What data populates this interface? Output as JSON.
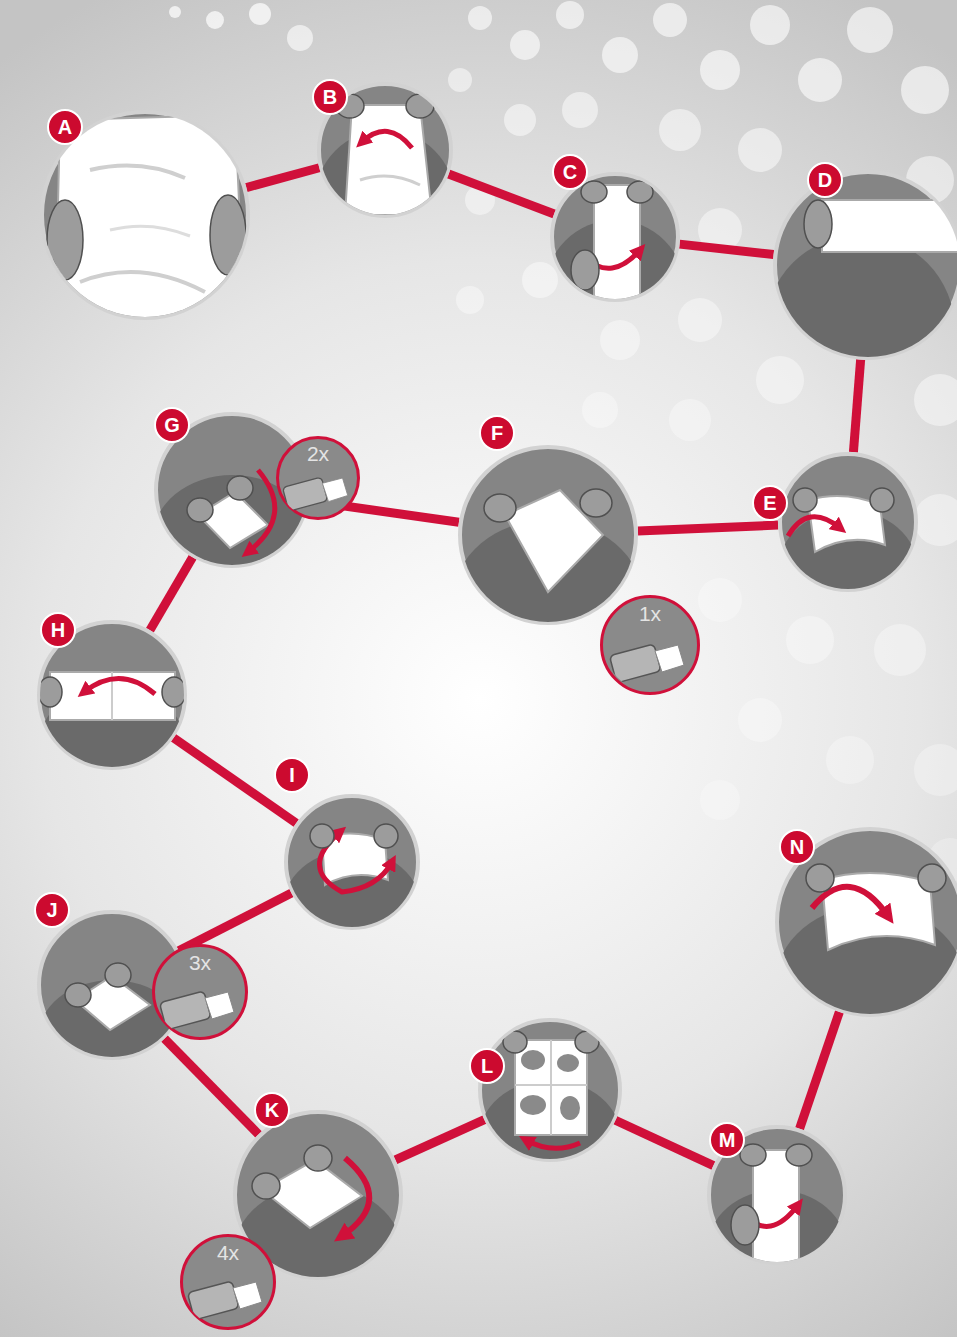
{
  "diagram": {
    "nodes": [
      {
        "text": [
          "A"
        ]
      },
      {
        "text": [
          "B"
        ]
      },
      {
        "text": [
          "C"
        ]
      },
      {
        "text": [
          "D"
        ]
      },
      {
        "text": [
          "E"
        ]
      },
      {
        "text": [
          "F"
        ]
      },
      {
        "text": [
          "1x"
        ],
        "in": 5
      },
      {
        "text": [
          "G"
        ]
      },
      {
        "text": [
          "2x"
        ],
        "in": 7
      },
      {
        "text": [
          "H"
        ]
      },
      {
        "text": [
          "I"
        ]
      },
      {
        "text": [
          "J"
        ]
      },
      {
        "text": [
          "3x"
        ],
        "in": 11
      },
      {
        "text": [
          "K"
        ]
      },
      {
        "text": [
          "4x"
        ],
        "in": 13
      },
      {
        "text": [
          "L"
        ]
      },
      {
        "text": [
          "M"
        ]
      },
      {
        "text": [
          "N"
        ]
      }
    ],
    "edges": [
      {
        "from": 0,
        "to": 1,
        "arrow": "none"
      },
      {
        "from": 1,
        "to": 2,
        "arrow": "none"
      },
      {
        "from": 2,
        "to": 3,
        "arrow": "none"
      },
      {
        "from": 3,
        "to": 4,
        "arrow": "none"
      },
      {
        "from": 4,
        "to": 5,
        "arrow": "none"
      },
      {
        "from": 5,
        "to": 7,
        "arrow": "none"
      },
      {
        "from": 7,
        "to": 9,
        "arrow": "none"
      },
      {
        "from": 9,
        "to": 10,
        "arrow": "none"
      },
      {
        "from": 10,
        "to": 11,
        "arrow": "none"
      },
      {
        "from": 11,
        "to": 13,
        "arrow": "none"
      },
      {
        "from": 13,
        "to": 15,
        "arrow": "none"
      },
      {
        "from": 15,
        "to": 16,
        "arrow": "none"
      },
      {
        "from": 16,
        "to": 17,
        "arrow": "none"
      }
    ]
  }
}
